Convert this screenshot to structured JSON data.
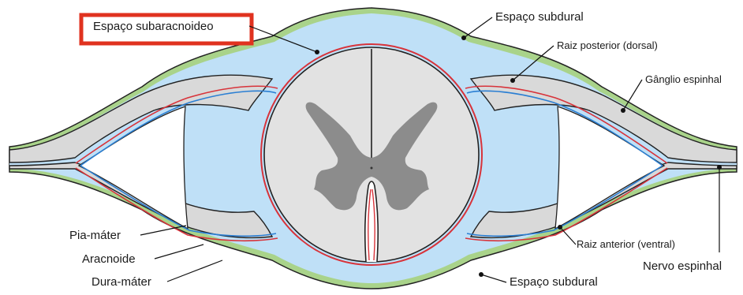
{
  "labels": {
    "subarachnoid": "Espaço subaracnoideo",
    "subdural_top": "Espaço subdural",
    "posterior_root": "Raiz posterior (dorsal)",
    "spinal_ganglion": "Gânglio espinhal",
    "pia_mater": "Pia-máter",
    "arachnoid": "Aracnoide",
    "dura_mater": "Dura-máter",
    "anterior_root": "Raiz anterior (ventral)",
    "spinal_nerve": "Nervo espinhal",
    "subdural_bottom": "Espaço subdural"
  },
  "highlight": {
    "target": "Espaço subaracnoideo",
    "color": "#e0321f"
  },
  "colors": {
    "csf": "#bfe0f7",
    "dura": "#a9d38a",
    "pia_line": "#d8333a",
    "arachnoid_line": "#2b7fd3",
    "cord": "#e2e2e2",
    "grey_matter": "#8c8c8c",
    "outline": "#222222"
  }
}
